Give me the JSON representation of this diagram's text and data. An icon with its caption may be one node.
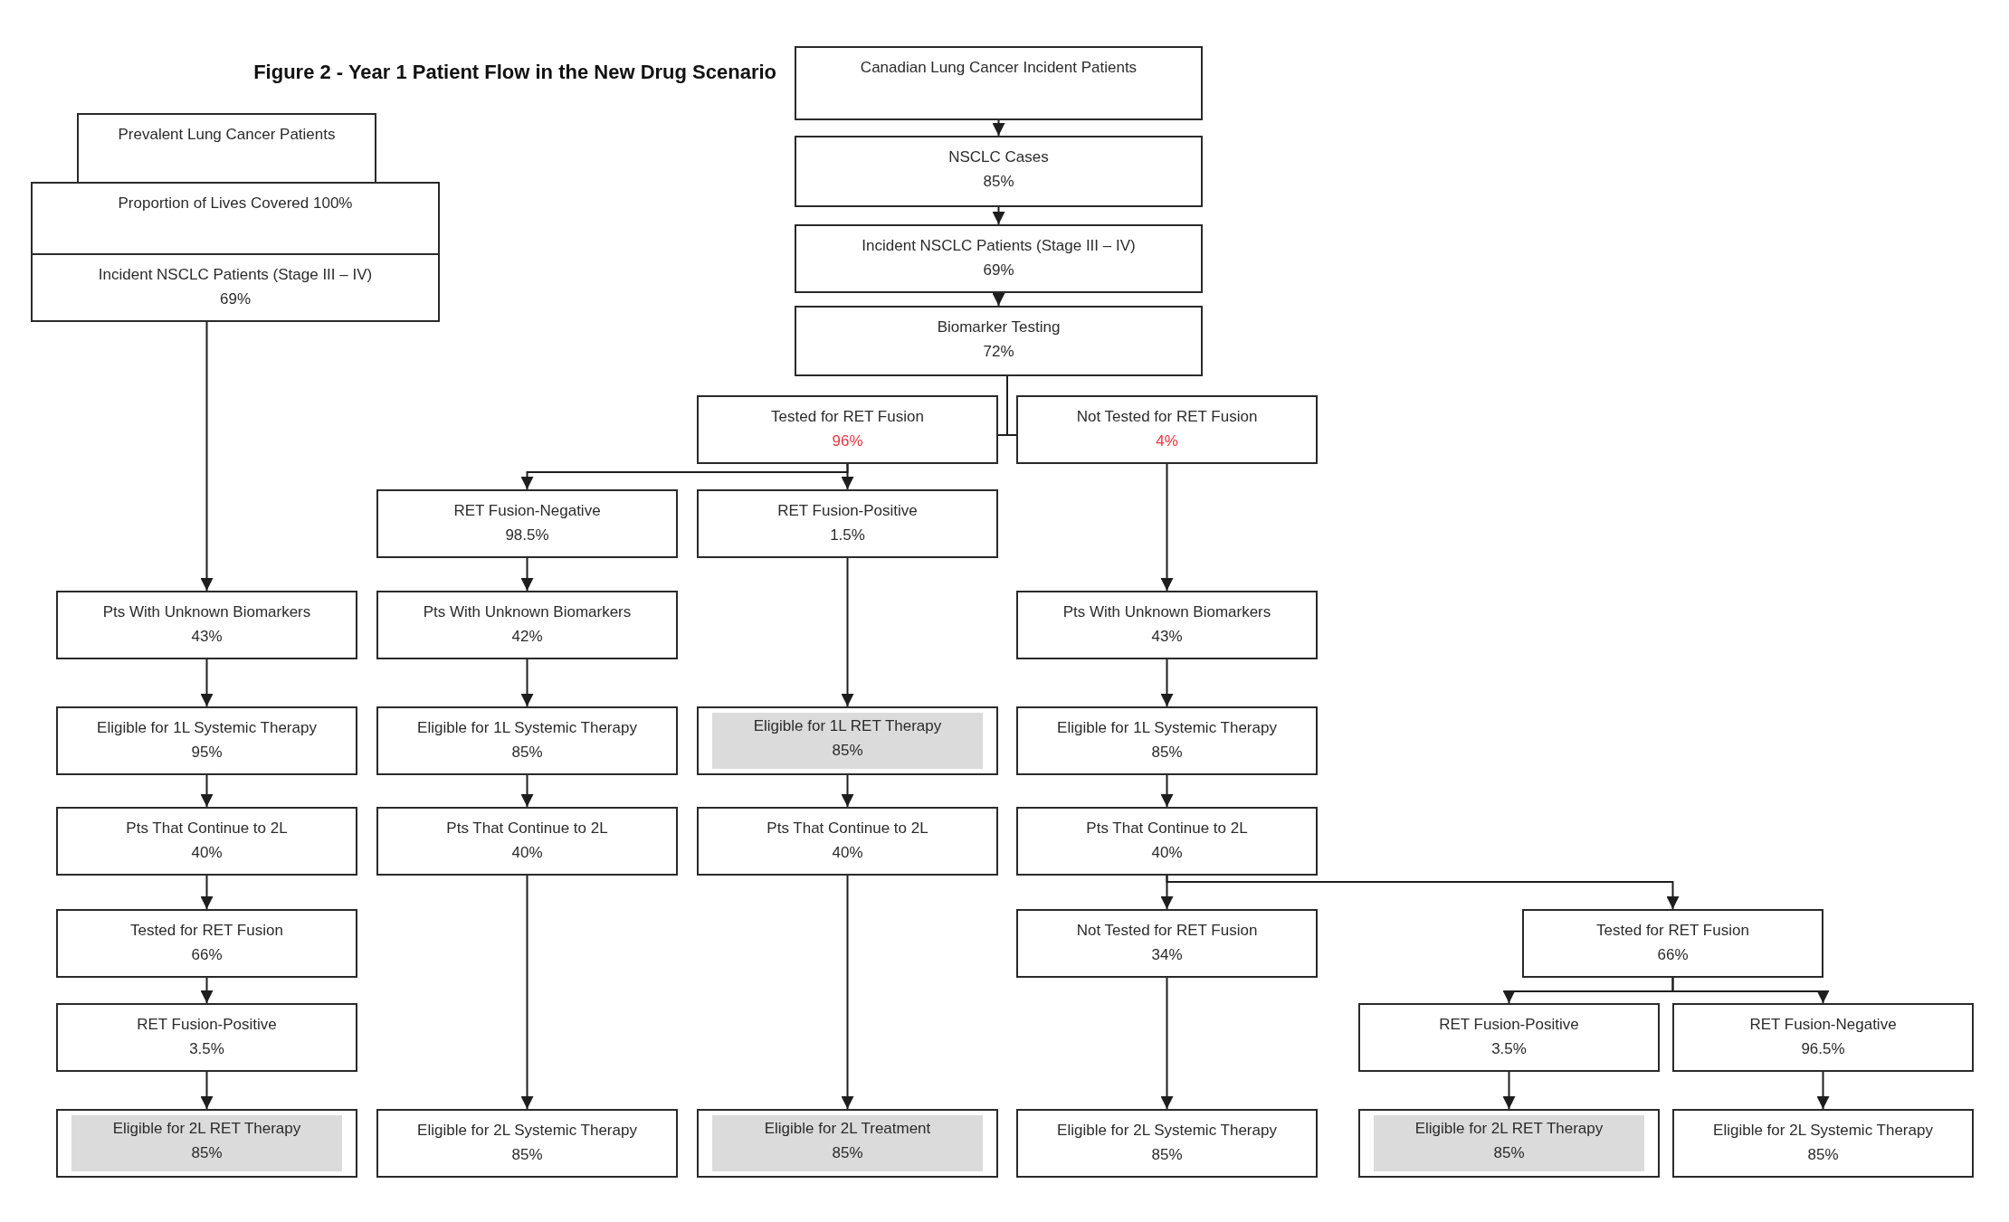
{
  "diagram": {
    "title": "Figure 2 - Year 1 Patient Flow in the New Drug Scenario",
    "nodes": [
      {
        "text": [
          "Prevalent Lung Cancer Patients"
        ]
      },
      {
        "text": [
          "Proportion of Lives Covered 100%"
        ]
      },
      {
        "text": [
          "Incident NSCLC Patients (Stage III – IV)",
          "69%"
        ]
      },
      {
        "text": [
          "Canadian Lung Cancer Incident Patients"
        ]
      },
      {
        "text": [
          "NSCLC Cases",
          "85%"
        ]
      },
      {
        "text": [
          "Incident NSCLC Patients (Stage III – IV)",
          "69%"
        ]
      },
      {
        "text": [
          "Biomarker Testing",
          "72%"
        ]
      },
      {
        "text": [
          "Tested for RET Fusion",
          "96%"
        ]
      },
      {
        "text": [
          "Not Tested for RET Fusion",
          "4%"
        ]
      },
      {
        "text": [
          "RET Fusion-Negative",
          "98.5%"
        ]
      },
      {
        "text": [
          "RET Fusion-Positive",
          "1.5%"
        ]
      },
      {
        "text": [
          "Pts With Unknown Biomarkers",
          "43%"
        ]
      },
      {
        "text": [
          "Pts With Unknown Biomarkers",
          "42%"
        ]
      },
      {
        "text": [
          "Pts With Unknown Biomarkers",
          "43%"
        ]
      },
      {
        "text": [
          "Eligible for 1L Systemic Therapy",
          "95%"
        ]
      },
      {
        "text": [
          "Eligible for 1L Systemic Therapy",
          "85%"
        ]
      },
      {
        "text": [
          "Eligible for 1L RET Therapy",
          "85%"
        ]
      },
      {
        "text": [
          "Eligible for 1L Systemic Therapy",
          "85%"
        ]
      },
      {
        "text": [
          "Pts That Continue to 2L",
          "40%"
        ]
      },
      {
        "text": [
          "Pts That Continue to 2L",
          "40%"
        ]
      },
      {
        "text": [
          "Pts That Continue to 2L",
          "40%"
        ]
      },
      {
        "text": [
          "Pts That Continue to 2L",
          "40%"
        ]
      },
      {
        "text": [
          "Tested for RET Fusion",
          "66%"
        ]
      },
      {
        "text": [
          "Not Tested for RET Fusion",
          "34%"
        ]
      },
      {
        "text": [
          "Tested for RET Fusion",
          "66%"
        ]
      },
      {
        "text": [
          "RET Fusion-Positive",
          "3.5%"
        ]
      },
      {
        "text": [
          "RET Fusion-Positive",
          "3.5%"
        ]
      },
      {
        "text": [
          "RET Fusion-Negative",
          "96.5%"
        ]
      },
      {
        "text": [
          "Eligible for 2L RET Therapy",
          "85%"
        ]
      },
      {
        "text": [
          "Eligible for 2L Systemic Therapy",
          "85%"
        ]
      },
      {
        "text": [
          "Eligible for 2L Treatment",
          "85%"
        ]
      },
      {
        "text": [
          "Eligible for 2L Systemic Therapy",
          "85%"
        ]
      },
      {
        "text": [
          "Eligible for 2L RET Therapy",
          "85%"
        ]
      },
      {
        "text": [
          "Eligible for 2L Systemic Therapy",
          "85%"
        ]
      }
    ],
    "edges": [
      {
        "from": 3,
        "to": 4,
        "arrow": "to"
      },
      {
        "from": 4,
        "to": 5,
        "arrow": "to"
      },
      {
        "from": 5,
        "to": 6,
        "arrow": "to"
      },
      {
        "from": 6,
        "to": 7,
        "arrow": "none"
      },
      {
        "from": 6,
        "to": 8,
        "arrow": "none"
      },
      {
        "from": 7,
        "to": 9,
        "arrow": "to"
      },
      {
        "from": 7,
        "to": 10,
        "arrow": "to"
      },
      {
        "from": 2,
        "to": 11,
        "arrow": "to"
      },
      {
        "from": 9,
        "to": 12,
        "arrow": "to"
      },
      {
        "from": 8,
        "to": 13,
        "arrow": "to"
      },
      {
        "from": 11,
        "to": 14,
        "arrow": "to"
      },
      {
        "from": 12,
        "to": 15,
        "arrow": "to"
      },
      {
        "from": 10,
        "to": 16,
        "arrow": "to"
      },
      {
        "from": 13,
        "to": 17,
        "arrow": "to"
      },
      {
        "from": 14,
        "to": 18,
        "arrow": "to"
      },
      {
        "from": 15,
        "to": 19,
        "arrow": "to"
      },
      {
        "from": 16,
        "to": 20,
        "arrow": "to"
      },
      {
        "from": 17,
        "to": 21,
        "arrow": "to"
      },
      {
        "from": 18,
        "to": 22,
        "arrow": "to"
      },
      {
        "from": 21,
        "to": 23,
        "arrow": "to"
      },
      {
        "from": 21,
        "to": 24,
        "arrow": "to"
      },
      {
        "from": 19,
        "to": 29,
        "arrow": "to"
      },
      {
        "from": 20,
        "to": 30,
        "arrow": "to"
      },
      {
        "from": 22,
        "to": 25,
        "arrow": "to"
      },
      {
        "from": 24,
        "to": 26,
        "arrow": "to"
      },
      {
        "from": 24,
        "to": 27,
        "arrow": "to"
      },
      {
        "from": 23,
        "to": 31,
        "arrow": "to"
      },
      {
        "from": 25,
        "to": 28,
        "arrow": "to"
      },
      {
        "from": 26,
        "to": 32,
        "arrow": "to"
      },
      {
        "from": 27,
        "to": 33,
        "arrow": "to"
      }
    ]
  }
}
